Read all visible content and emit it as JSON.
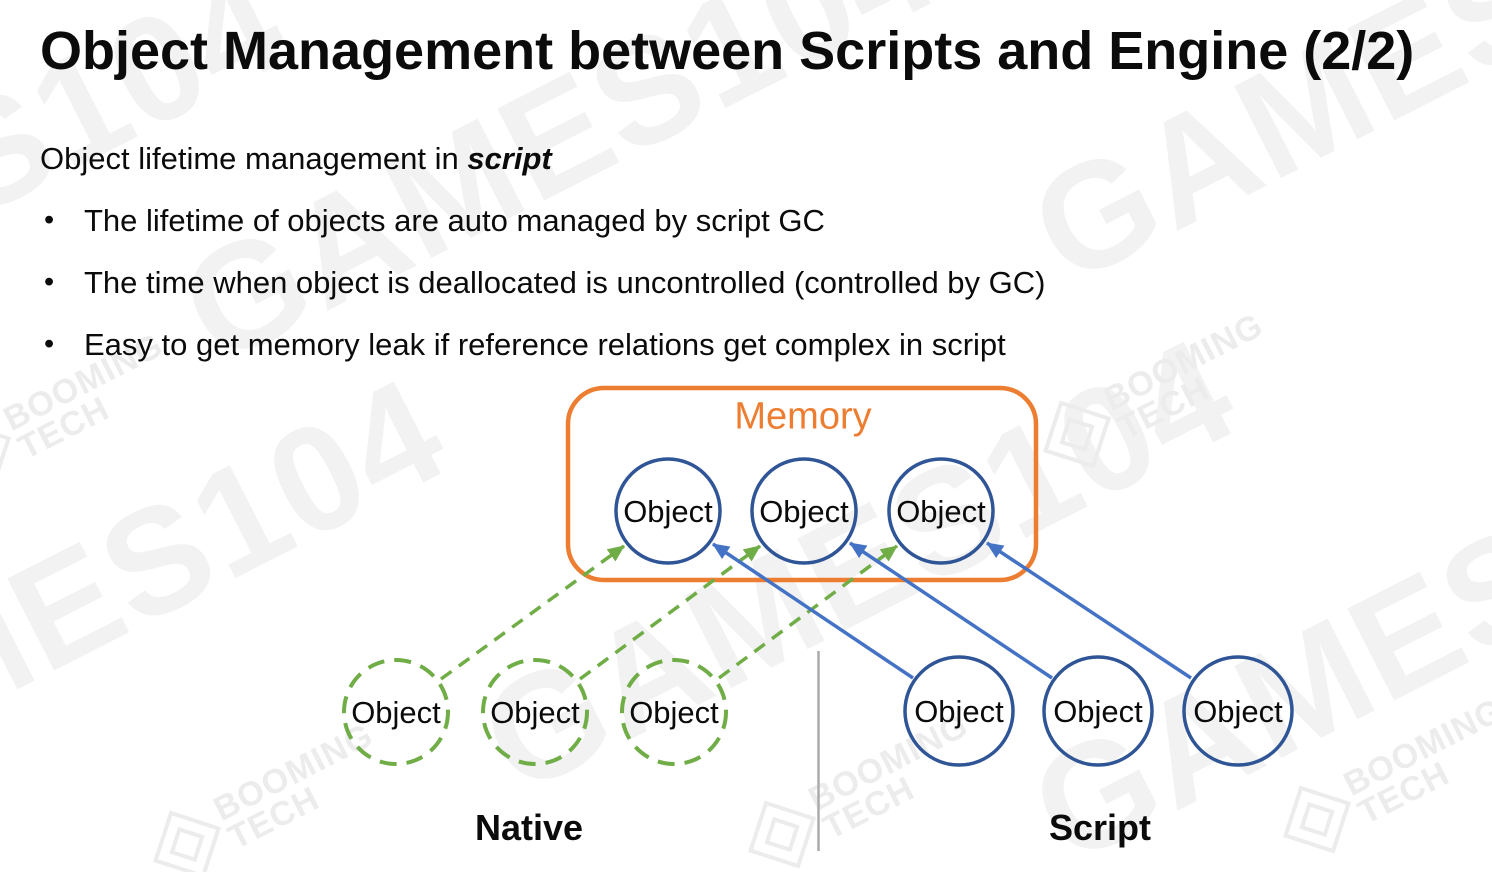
{
  "slide": {
    "title": "Object Management between Scripts and Engine (2/2)",
    "subtitle_prefix": "Object lifetime management in ",
    "subtitle_emphasis": "script",
    "bullet_char": "•",
    "bullets": [
      "The lifetime of objects are auto managed by script GC",
      "The time when object is deallocated is uncontrolled (controlled by GC)",
      "Easy to get memory leak if reference relations get complex in script"
    ]
  },
  "diagram": {
    "memory_label": "Memory",
    "object_label": "Object",
    "native_label": "Native",
    "script_label": "Script",
    "colors": {
      "memory_box_orange": "#ED7D31",
      "object_circle_blue": "#2F5597",
      "script_arrow_blue": "#4472C4",
      "native_green": "#70AD47",
      "divider_gray": "#ABABAB"
    }
  },
  "watermark": {
    "brand": "GAMES104",
    "company_top": "BOOMING",
    "company_bottom": "TECH"
  }
}
